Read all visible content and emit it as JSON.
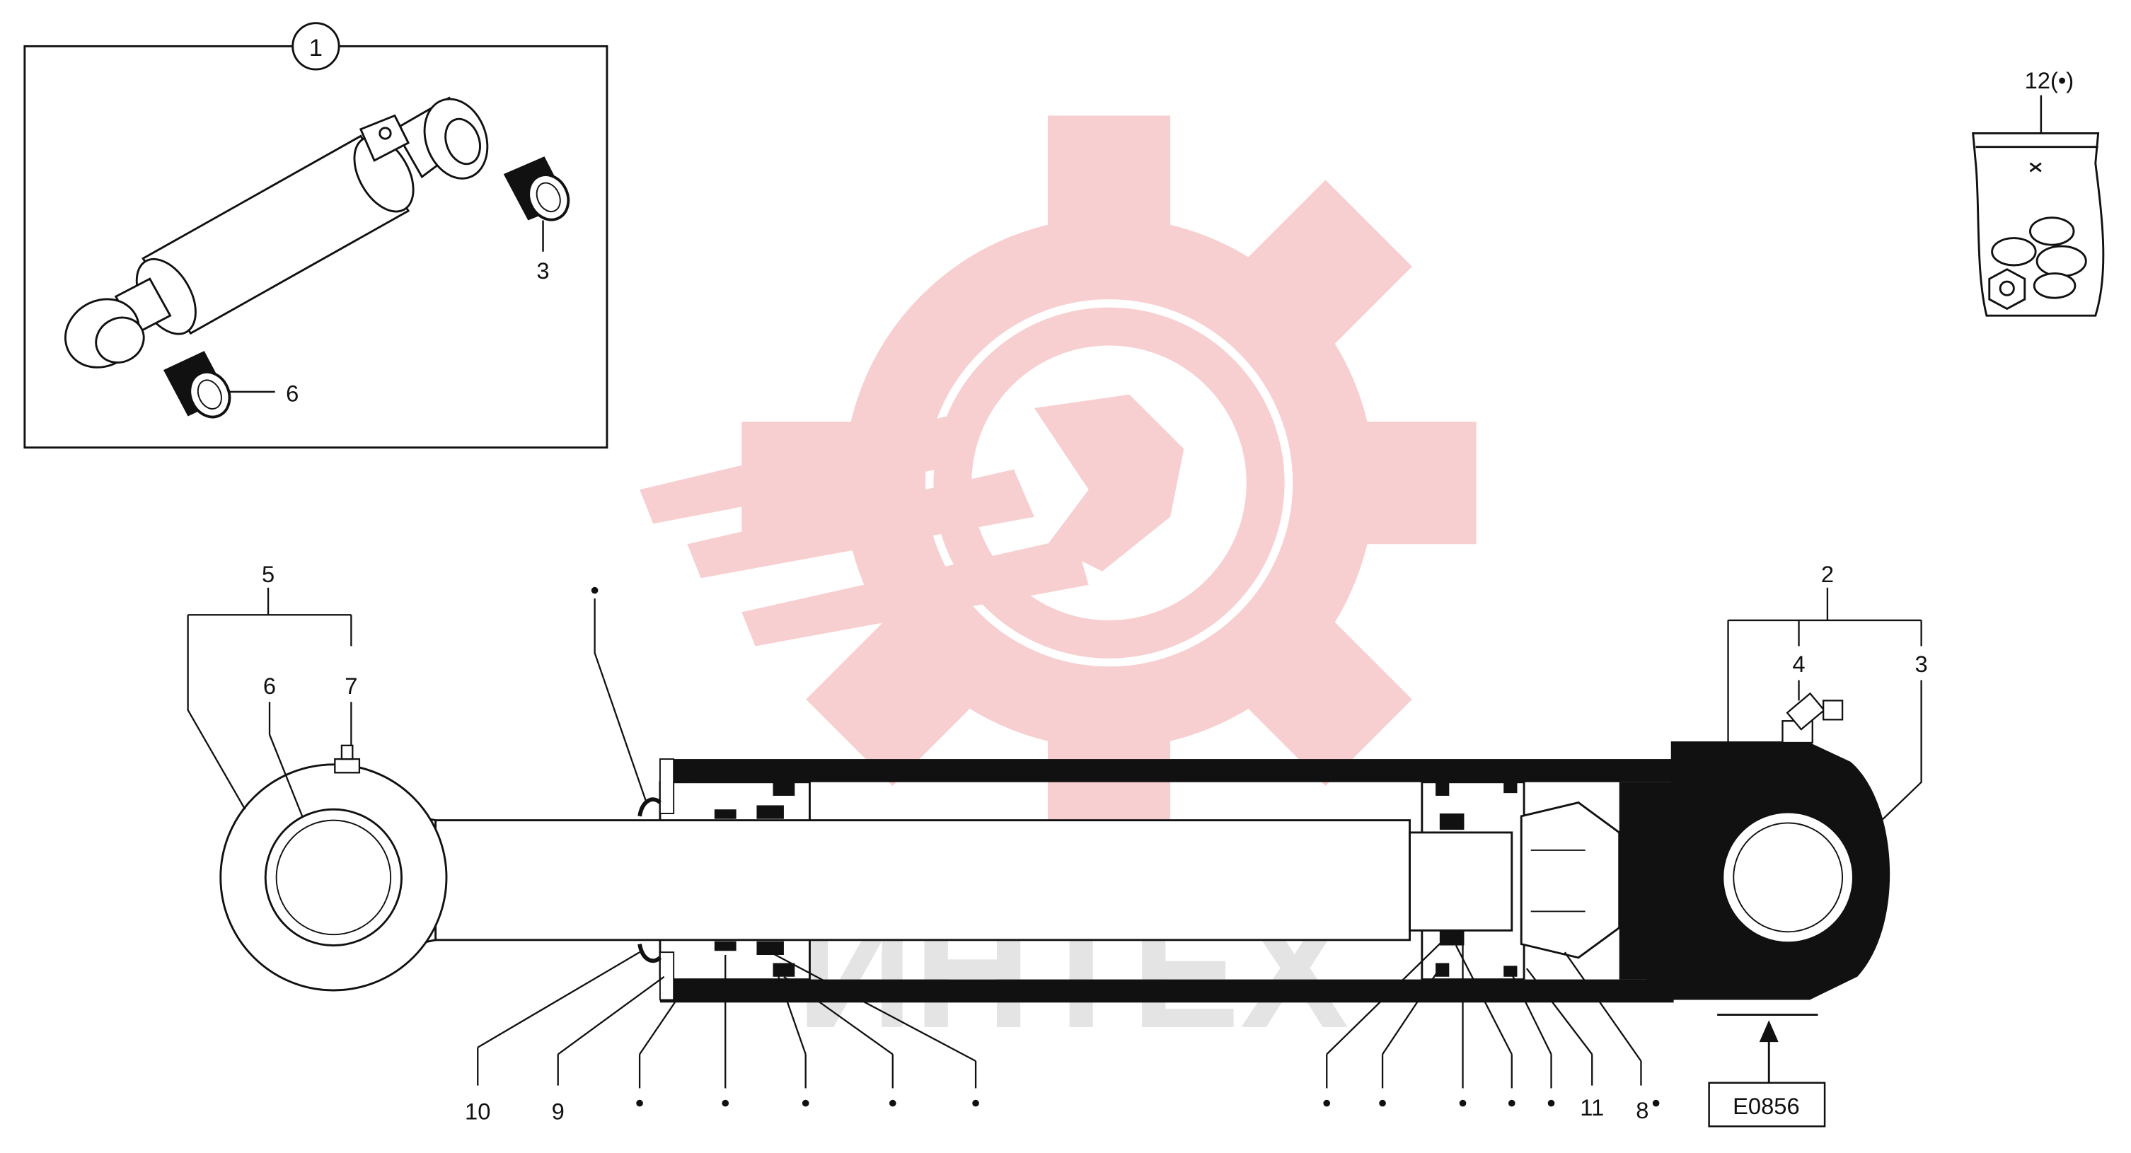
{
  "detail_box": {
    "assembly_callout": "1",
    "labels": {
      "bushing_top": "3",
      "bushing_bottom": "6"
    }
  },
  "seal_kit": {
    "label": "12(•)"
  },
  "main": {
    "rod_end": {
      "group": "5",
      "bushing": "6",
      "grease_fitting": "7"
    },
    "barrel_end": {
      "group": "2",
      "grease_fitting": "4",
      "bushing": "3"
    },
    "bottom_labels": [
      "10",
      "9",
      "11",
      "8"
    ],
    "kit_marker": "•",
    "view_arrow_label": "E0856"
  },
  "watermark": {
    "text": "ИНТЕХ",
    "color": "#e8434a"
  },
  "colors": {
    "ink": "#111111",
    "watermark_red": "#f7c9cb",
    "watermark_grey": "#e4e4e4"
  }
}
